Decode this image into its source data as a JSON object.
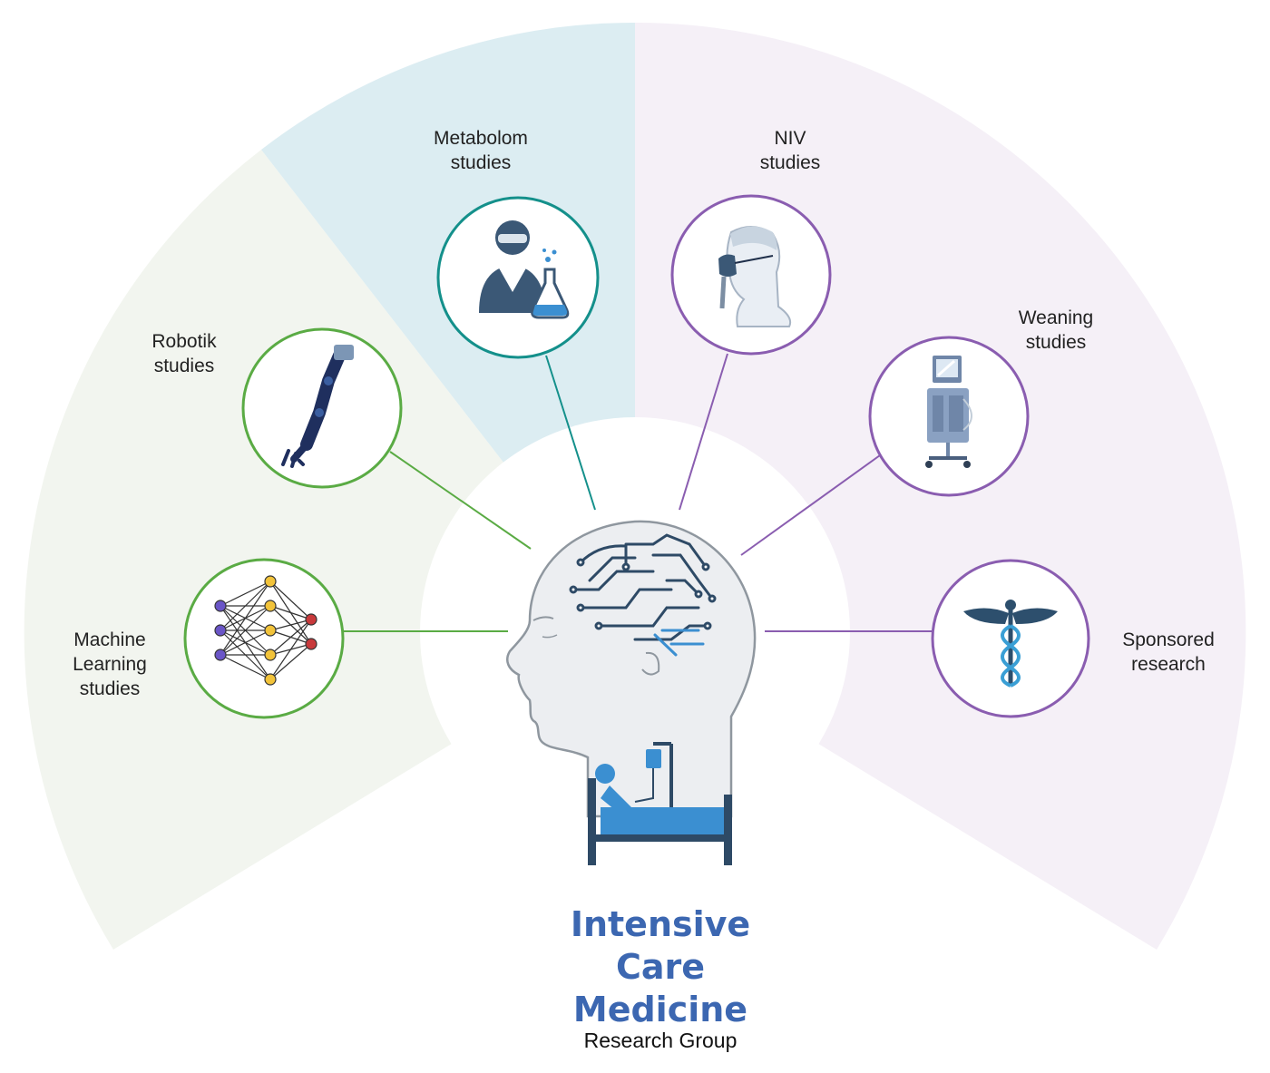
{
  "title": {
    "line1": "Intensive",
    "line2": "Care",
    "line3": "Medicine",
    "subtitle": "Research Group"
  },
  "topics": {
    "machine_learning": {
      "line1": "Machine",
      "line2": "Learning",
      "line3": "studies",
      "icon": "neural-network-icon"
    },
    "robotik": {
      "line1": "Robotik",
      "line2": "studies",
      "icon": "robotic-arm-icon"
    },
    "metabolom": {
      "line1": "Metabolom",
      "line2": "studies",
      "icon": "scientist-flask-icon"
    },
    "niv": {
      "line1": "NIV",
      "line2": "studies",
      "icon": "niv-mask-patient-icon"
    },
    "weaning": {
      "line1": "Weaning",
      "line2": "studies",
      "icon": "ventilator-icon"
    },
    "sponsored": {
      "line1": "Sponsored",
      "line2": "research",
      "icon": "caduceus-icon"
    }
  },
  "colors": {
    "green_sector": "#f2f5ef",
    "blue_sector": "#dcedf2",
    "purple_sector": "#f5f0f7",
    "green_ring": "#5aab44",
    "teal_ring": "#14908b",
    "purple_ring": "#8a5db0",
    "title_blue": "#3c67b1",
    "icon_navy": "#2e4a66",
    "icon_blue": "#3b8fd1"
  }
}
